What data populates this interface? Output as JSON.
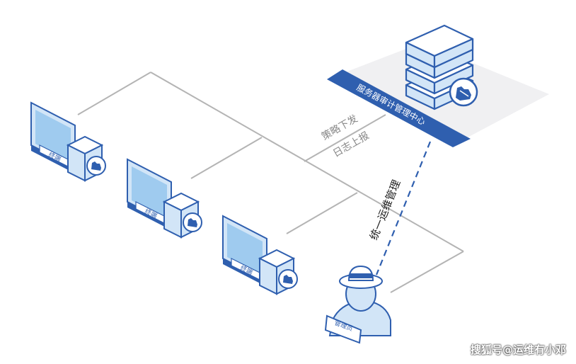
{
  "center": {
    "banner": "服务器审计管理中心"
  },
  "flow": {
    "down": "策略下发",
    "up": "日志上报"
  },
  "ops_label": "统一运维管理",
  "terminals": [
    {
      "label": "终端"
    },
    {
      "label": "终端"
    },
    {
      "label": "终端"
    }
  ],
  "admin": {
    "label": "管理员"
  },
  "watermark": "搜狐号@运维有小邓",
  "colors": {
    "accent": "#2f5faf",
    "fill": "#d2e5f7",
    "line": "#b4b4b4",
    "screen": "#9fcbef"
  }
}
